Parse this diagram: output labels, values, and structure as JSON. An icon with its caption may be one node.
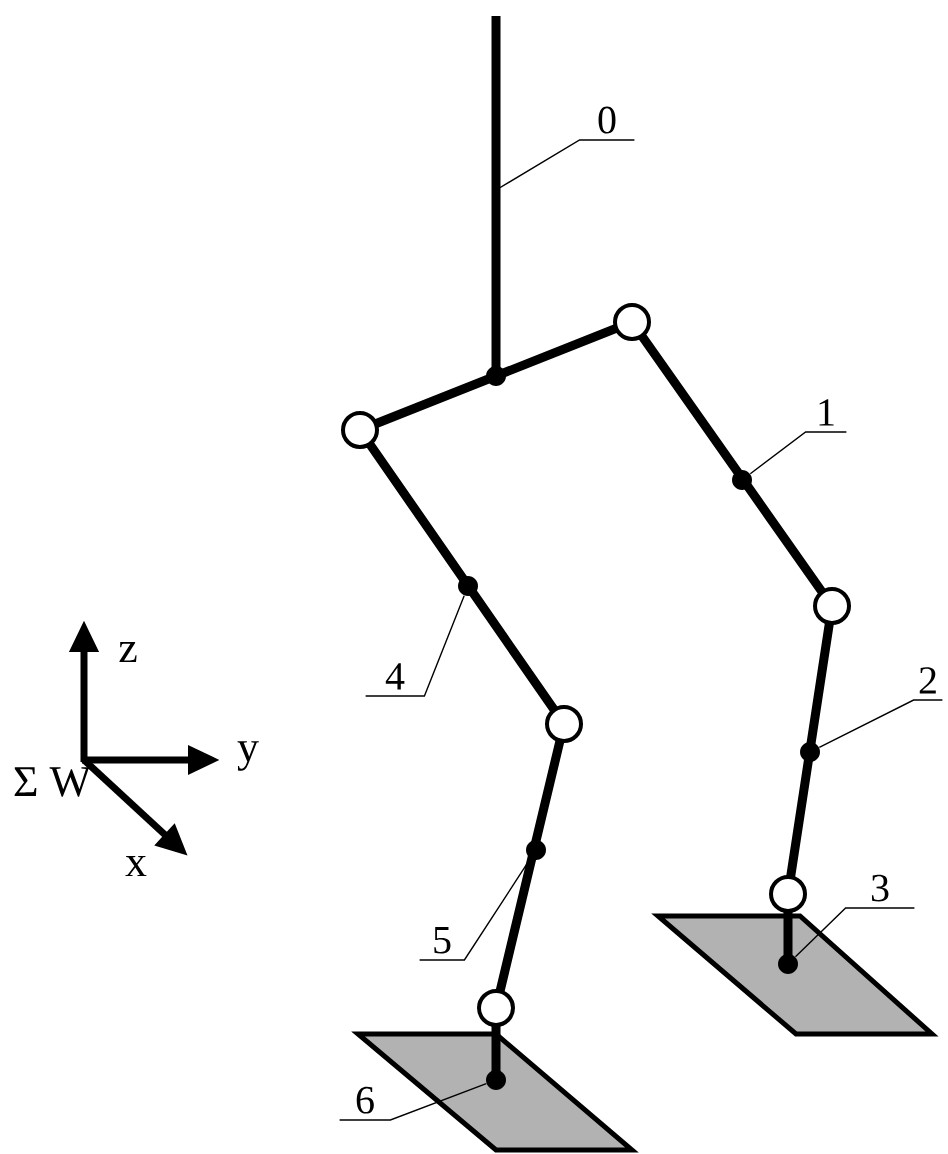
{
  "diagram": {
    "nodes": [
      {
        "text": [
          "0"
        ]
      },
      {
        "text": [
          "1"
        ]
      },
      {
        "text": [
          "2"
        ]
      },
      {
        "text": [
          "3"
        ]
      },
      {
        "text": [
          "4"
        ]
      },
      {
        "text": [
          "5"
        ]
      },
      {
        "text": [
          "6"
        ]
      },
      {
        "text": [],
        "shape": "circle"
      },
      {
        "text": [],
        "shape": "circle"
      },
      {
        "text": [],
        "shape": "circle"
      },
      {
        "text": [],
        "shape": "circle"
      },
      {
        "text": [],
        "shape": "circle"
      },
      {
        "text": [],
        "shape": "circle"
      }
    ],
    "edges": [
      {
        "from": 0,
        "to": null,
        "arrow": "none"
      },
      {
        "from": 1,
        "to": 7,
        "arrow": "none"
      },
      {
        "from": 2,
        "to": 9,
        "arrow": "none"
      },
      {
        "from": 3,
        "to": 11,
        "arrow": "none"
      },
      {
        "from": 4,
        "to": 8,
        "arrow": "none"
      },
      {
        "from": 5,
        "to": 10,
        "arrow": "none"
      },
      {
        "from": 6,
        "to": 12,
        "arrow": "none"
      }
    ],
    "labels": [
      "z",
      "y",
      "Σ W",
      "x"
    ]
  }
}
